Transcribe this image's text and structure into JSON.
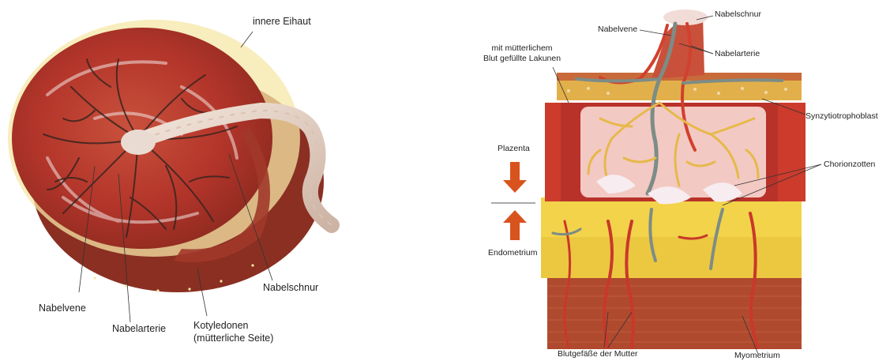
{
  "left_figure": {
    "labels": {
      "inner_membrane": "innere Eihaut",
      "umbilical_cord": "Nabelschnur",
      "umbilical_vein": "Nabelvene",
      "umbilical_artery": "Nabelarterie",
      "cotyledons_line1": "Kotyledonen",
      "cotyledons_line2": "(mütterliche Seite)"
    }
  },
  "right_figure": {
    "labels": {
      "umbilical_cord": "Nabelschnur",
      "umbilical_vein": "Nabelvene",
      "umbilical_artery": "Nabelarterie",
      "lacunae_line1": "mit mütterlichem",
      "lacunae_line2": "Blut gefüllte Lakunen",
      "syncytiotrophoblast": "Synzytiotrophoblast",
      "chorionic_villi": "Chorionzotten",
      "placenta": "Plazenta",
      "endometrium": "Endometrium",
      "maternal_vessels": "Blutgefäße der Mutter",
      "myometrium": "Myometrium"
    }
  },
  "colors": {
    "placenta_red": "#b8322a",
    "vessel_dark": "#3a2420",
    "endometrium_yellow": "#f2d34a",
    "myometrium": "#b04a2e",
    "arrow": "#d9531e",
    "vein_grey": "#7d8c86"
  }
}
